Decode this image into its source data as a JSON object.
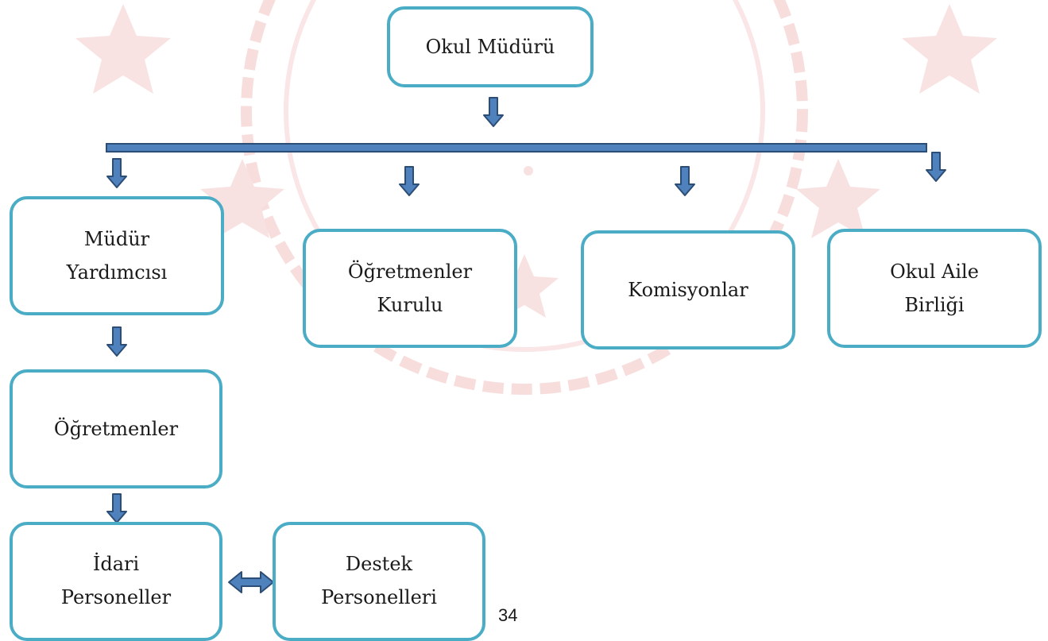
{
  "nodes": {
    "okul_muduru": [
      "Okul Müdürü"
    ],
    "mudur_yardimcisi": [
      "Müdür",
      "Yardımcısı"
    ],
    "ogretmenler_kurulu": [
      "Öğretmenler",
      "Kurulu"
    ],
    "komisyonlar": [
      "Komisyonlar"
    ],
    "okul_aile_birligi": [
      "Okul Aile",
      "Birliği"
    ],
    "ogretmenler": [
      "Öğretmenler"
    ],
    "idari_personeller": [
      "İdari",
      "Personeller"
    ],
    "destek_personelleri": [
      "Destek",
      "Personelleri"
    ]
  },
  "page_number": "34",
  "colors": {
    "box_border": "#4bacc6",
    "arrow_fill": "#4f81bd",
    "arrow_stroke": "#2c4d75",
    "watermark": "#f2c6c6"
  }
}
